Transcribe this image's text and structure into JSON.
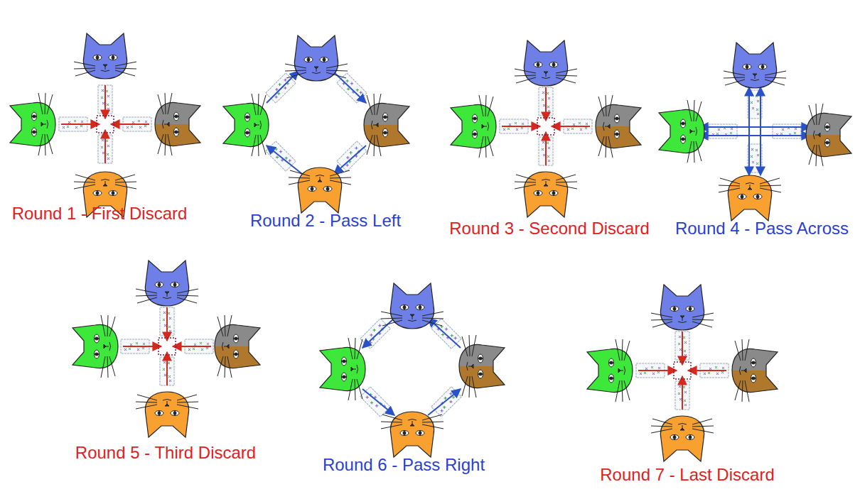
{
  "diagram": {
    "labels": [
      "Round 1 - First Discard",
      "Round 2 - Pass Left",
      "Round 3 - Second Discard",
      "Round 4 - Pass Across",
      "Round 5 - Third Discard",
      "Round 6 - Pass Right",
      "Round 7 - Last Discard"
    ]
  }
}
